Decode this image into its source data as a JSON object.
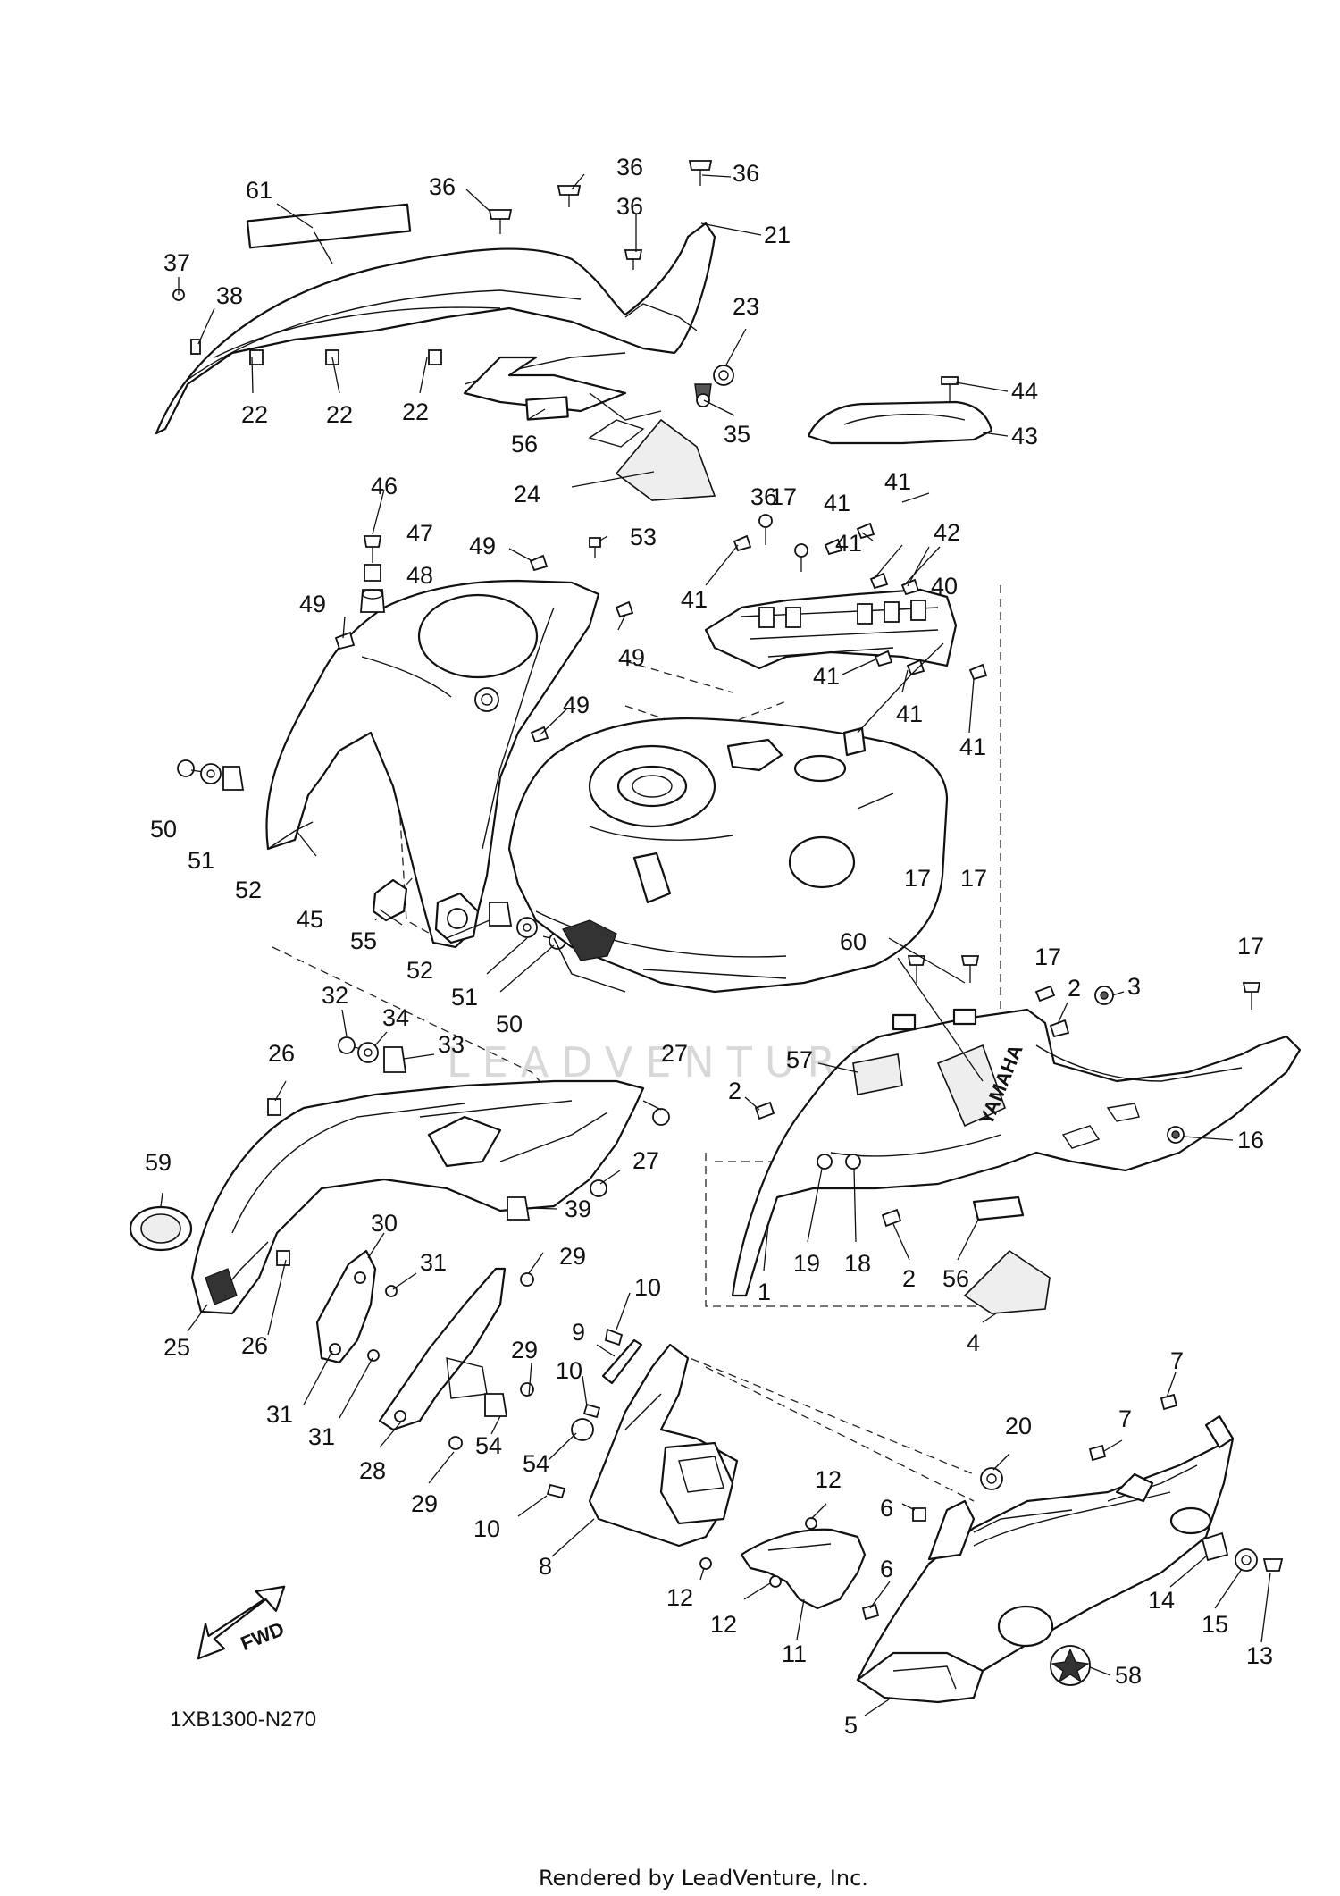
{
  "diagram": {
    "code": "1XB1300-N270",
    "footer": "Rendered by LeadVenture, Inc.",
    "watermark": "LEADVENTURE",
    "fwd_label": "FWD",
    "brand_logo": "YAMAHA",
    "callouts": [
      {
        "id": "c61",
        "text": "61"
      },
      {
        "id": "c36a",
        "text": "36"
      },
      {
        "id": "c36b",
        "text": "36"
      },
      {
        "id": "c36c",
        "text": "36"
      },
      {
        "id": "c36d",
        "text": "36"
      },
      {
        "id": "c21",
        "text": "21"
      },
      {
        "id": "c37",
        "text": "37"
      },
      {
        "id": "c38",
        "text": "38"
      },
      {
        "id": "c23",
        "text": "23"
      },
      {
        "id": "c22a",
        "text": "22"
      },
      {
        "id": "c22b",
        "text": "22"
      },
      {
        "id": "c22c",
        "text": "22"
      },
      {
        "id": "c56a",
        "text": "56"
      },
      {
        "id": "c35",
        "text": "35"
      },
      {
        "id": "c44",
        "text": "44"
      },
      {
        "id": "c43",
        "text": "43"
      },
      {
        "id": "c24",
        "text": "24"
      },
      {
        "id": "c46",
        "text": "46"
      },
      {
        "id": "c47",
        "text": "47"
      },
      {
        "id": "c48",
        "text": "48"
      },
      {
        "id": "c49a",
        "text": "49"
      },
      {
        "id": "c49b",
        "text": "49"
      },
      {
        "id": "c53",
        "text": "53"
      },
      {
        "id": "c49c",
        "text": "49"
      },
      {
        "id": "c49d",
        "text": "49"
      },
      {
        "id": "c36e",
        "text": "36"
      },
      {
        "id": "c17a",
        "text": "17"
      },
      {
        "id": "c41a",
        "text": "41"
      },
      {
        "id": "c41b",
        "text": "41"
      },
      {
        "id": "c41c",
        "text": "41"
      },
      {
        "id": "c42",
        "text": "42"
      },
      {
        "id": "c41d",
        "text": "41"
      },
      {
        "id": "c40",
        "text": "40"
      },
      {
        "id": "c41e",
        "text": "41"
      },
      {
        "id": "c41f",
        "text": "41"
      },
      {
        "id": "c41g",
        "text": "41"
      },
      {
        "id": "c50a",
        "text": "50"
      },
      {
        "id": "c51a",
        "text": "51"
      },
      {
        "id": "c52a",
        "text": "52"
      },
      {
        "id": "c45",
        "text": "45"
      },
      {
        "id": "c55",
        "text": "55"
      },
      {
        "id": "c52b",
        "text": "52"
      },
      {
        "id": "c51b",
        "text": "51"
      },
      {
        "id": "c50b",
        "text": "50"
      },
      {
        "id": "c17b",
        "text": "17"
      },
      {
        "id": "c17c",
        "text": "17"
      },
      {
        "id": "c17d",
        "text": "17"
      },
      {
        "id": "c17e",
        "text": "17"
      },
      {
        "id": "c60",
        "text": "60"
      },
      {
        "id": "c2a",
        "text": "2"
      },
      {
        "id": "c3",
        "text": "3"
      },
      {
        "id": "c16",
        "text": "16"
      },
      {
        "id": "c57",
        "text": "57"
      },
      {
        "id": "c2b",
        "text": "2"
      },
      {
        "id": "c19",
        "text": "19"
      },
      {
        "id": "c18",
        "text": "18"
      },
      {
        "id": "c1",
        "text": "1"
      },
      {
        "id": "c2c",
        "text": "2"
      },
      {
        "id": "c56b",
        "text": "56"
      },
      {
        "id": "c4",
        "text": "4"
      },
      {
        "id": "c32",
        "text": "32"
      },
      {
        "id": "c34",
        "text": "34"
      },
      {
        "id": "c33",
        "text": "33"
      },
      {
        "id": "c26a",
        "text": "26"
      },
      {
        "id": "c27a",
        "text": "27"
      },
      {
        "id": "c27b",
        "text": "27"
      },
      {
        "id": "c59",
        "text": "59"
      },
      {
        "id": "c39",
        "text": "39"
      },
      {
        "id": "c30",
        "text": "30"
      },
      {
        "id": "c31a",
        "text": "31"
      },
      {
        "id": "c29a",
        "text": "29"
      },
      {
        "id": "c25",
        "text": "25"
      },
      {
        "id": "c26b",
        "text": "26"
      },
      {
        "id": "c31b",
        "text": "31"
      },
      {
        "id": "c31c",
        "text": "31"
      },
      {
        "id": "c29b",
        "text": "29"
      },
      {
        "id": "c28",
        "text": "28"
      },
      {
        "id": "c54a",
        "text": "54"
      },
      {
        "id": "c29c",
        "text": "29"
      },
      {
        "id": "c10a",
        "text": "10"
      },
      {
        "id": "c9",
        "text": "9"
      },
      {
        "id": "c10b",
        "text": "10"
      },
      {
        "id": "c54b",
        "text": "54"
      },
      {
        "id": "c10c",
        "text": "10"
      },
      {
        "id": "c8",
        "text": "8"
      },
      {
        "id": "c7a",
        "text": "7"
      },
      {
        "id": "c7b",
        "text": "7"
      },
      {
        "id": "c20",
        "text": "20"
      },
      {
        "id": "c12a",
        "text": "12"
      },
      {
        "id": "c6a",
        "text": "6"
      },
      {
        "id": "c12b",
        "text": "12"
      },
      {
        "id": "c12c",
        "text": "12"
      },
      {
        "id": "c6b",
        "text": "6"
      },
      {
        "id": "c11",
        "text": "11"
      },
      {
        "id": "c14",
        "text": "14"
      },
      {
        "id": "c15",
        "text": "15"
      },
      {
        "id": "c13",
        "text": "13"
      },
      {
        "id": "c58",
        "text": "58"
      },
      {
        "id": "c5",
        "text": "5"
      }
    ]
  }
}
